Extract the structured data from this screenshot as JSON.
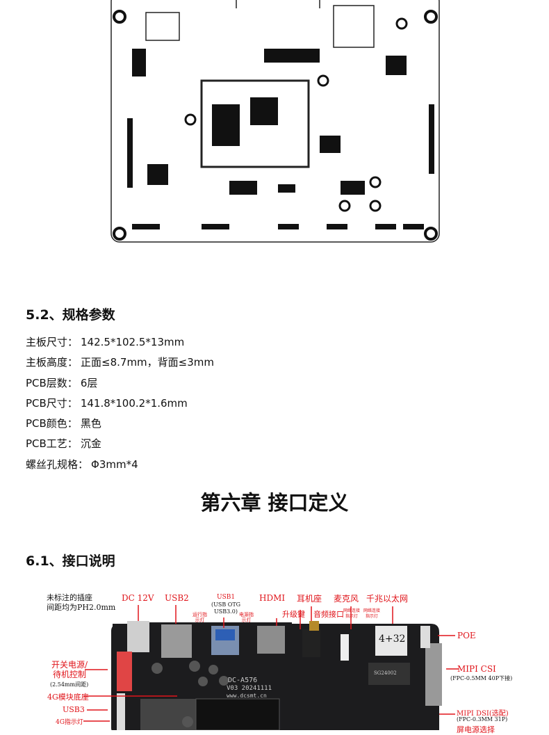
{
  "section_52": {
    "title": "5.2、规格参数",
    "specs": [
      {
        "label": "主板尺寸：",
        "value": "142.5*102.5*13mm"
      },
      {
        "label": "主板高度：",
        "value": "正面≤8.7mm，背面≤3mm"
      },
      {
        "label": "PCB层数：",
        "value": "6层"
      },
      {
        "label": "PCB尺寸：",
        "value": "141.8*100.2*1.6mm"
      },
      {
        "label": "PCB颜色：",
        "value": "黑色"
      },
      {
        "label": "PCB工艺：",
        "value": "沉金"
      },
      {
        "label": "螺丝孔规格：",
        "value": "Φ3mm*4"
      }
    ]
  },
  "chapter_title": "第六章 接口定义",
  "section_61": {
    "title": "6.1、接口说明"
  },
  "photo": {
    "note": "未标注的插座\n间距均为PH2.0mm",
    "labels": {
      "dc": "DC 12V",
      "usb2": "USB2",
      "usb1": "USB1",
      "usb1_sub": "(USB OTG\nUSB3.0)",
      "run_led": "运行指\n示灯",
      "pwr_led": "电源指\n示灯",
      "hdmi": "HDMI",
      "earphone": "耳机座",
      "upgrade": "升级键",
      "audio": "音频接口",
      "mic": "麦克风",
      "net_led1": "网络连接\n指示灯",
      "net_led2": "网络连接\n指示灯",
      "ethernet": "千兆以太网",
      "poe": "POE",
      "power_switch": "开关电源/\n待机控制",
      "power_switch_sub": "(2.54mm间距)",
      "mipi_csi": "MIPI CSI",
      "mipi_csi_sub": "(FPC-0.5MM 40P下接)",
      "module_4g": "4G模块底座",
      "usb3": "USB3",
      "led_4g": "4G指示灯",
      "mipi_dsi": "MIPI DSI(选配)",
      "mipi_dsi_sub": "(FPC-0.3MM 31P)",
      "screen_power": "屏电源选择"
    },
    "board_text": {
      "model": "DC-A576",
      "version": "V03 20241111",
      "site": "www.dcsmt.cn",
      "mem": "4+32",
      "chip": "SG24002"
    }
  },
  "colors": {
    "accent": "#e0141a",
    "board": "#1a1a1a"
  }
}
